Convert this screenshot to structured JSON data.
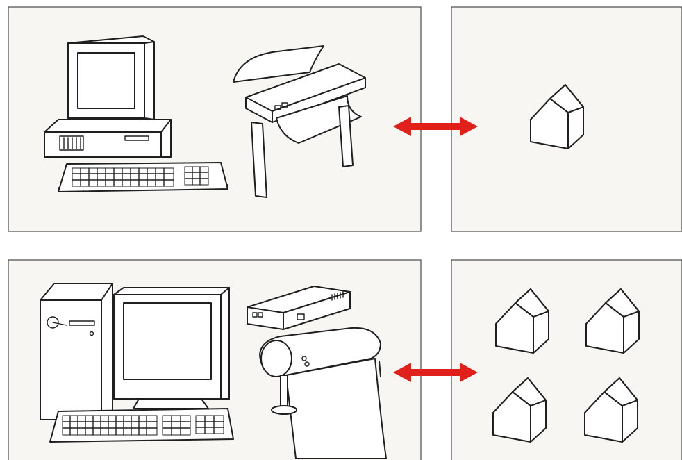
{
  "figure": {
    "rows": [
      {
        "id": "single-workstation",
        "left_panel": {
          "devices": [
            "desktop-computer",
            "plotter"
          ]
        },
        "connector": {
          "type": "bidirectional-arrow",
          "color": "#e0201b"
        },
        "right_panel": {
          "house_count": 1
        }
      },
      {
        "id": "networked-workstation",
        "left_panel": {
          "devices": [
            "tower-computer",
            "monitor",
            "keyboard",
            "network-box",
            "roll-plotter"
          ]
        },
        "connector": {
          "type": "bidirectional-arrow",
          "color": "#e0201b"
        },
        "right_panel": {
          "house_count": 4
        }
      }
    ],
    "colors": {
      "panel_background": "#f7f6f2",
      "panel_border": "#4a4a4a",
      "line": "#1f1f1f",
      "arrow": "#e0201b"
    }
  }
}
